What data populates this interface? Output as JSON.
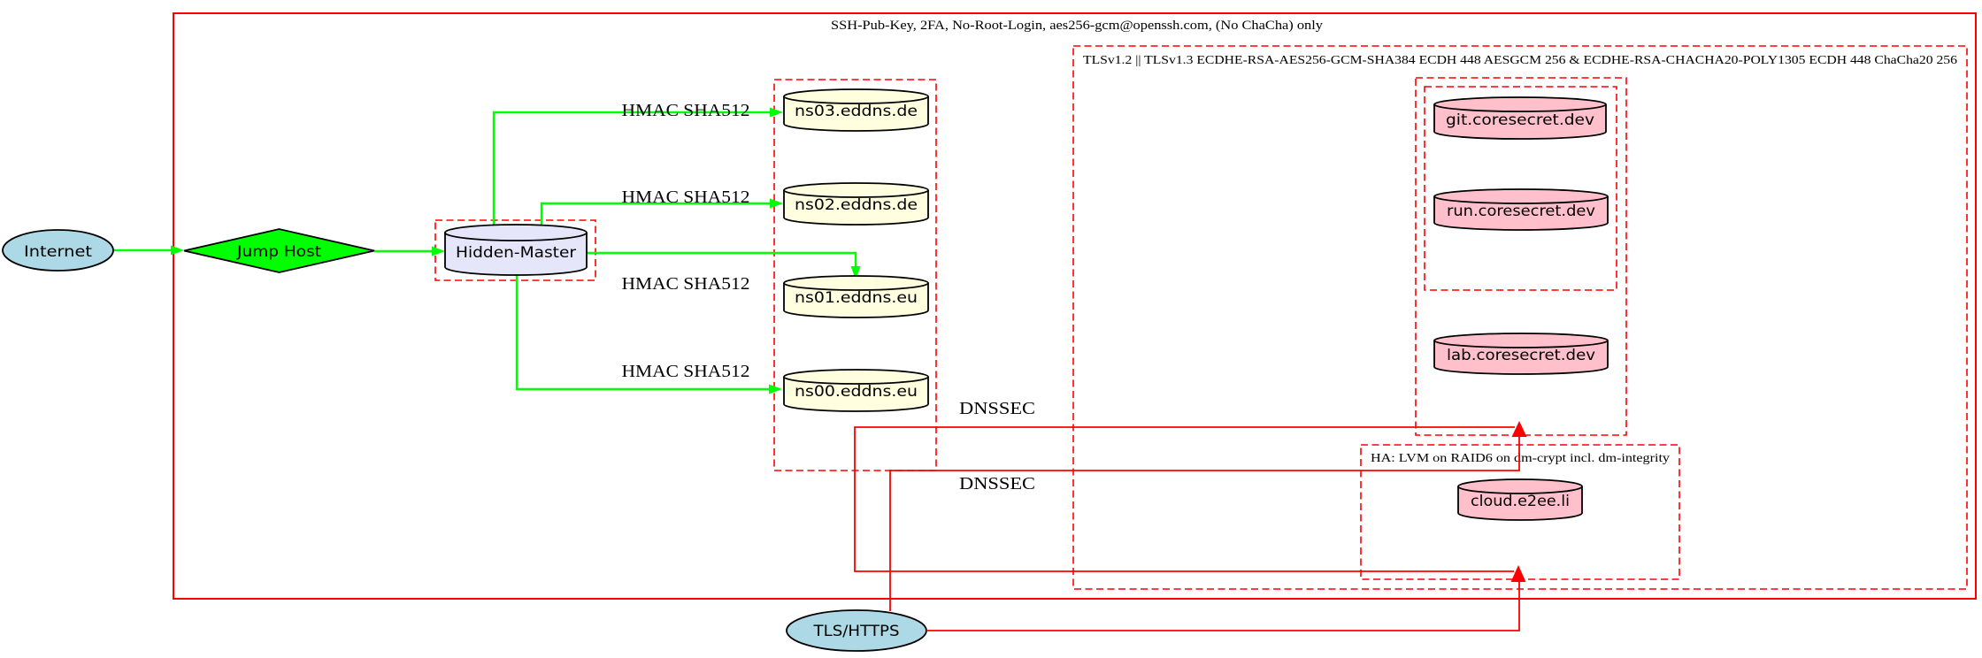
{
  "diagram": {
    "colors": {
      "background": "#ffffff",
      "cluster_border_red": "#ff0000",
      "secure_edge_green": "#00ff00",
      "tls_edge_red": "#ff0000",
      "node_blue": "#add8e6",
      "node_green": "#00ff00",
      "node_lavender": "#e6e6fa",
      "node_yellow": "#ffffe0",
      "node_pink": "#ffc0cb",
      "text": "#000000"
    },
    "clusters": {
      "ssh": {
        "label": "SSH-Pub-Key, 2FA, No-Root-Login, aes256-gcm@openssh.com, (No ChaCha) only",
        "style": "solid"
      },
      "tls": {
        "label": "TLSv1.2 || TLSv1.3 ECDHE-RSA-AES256-GCM-SHA384 ECDH 448 AESGCM 256 & ECDHE-RSA-CHACHA20-POLY1305 ECDH 448 ChaCha20 256",
        "style": "dashed"
      },
      "hidden_master_box": {
        "label": "",
        "style": "dashed"
      },
      "eddns_box": {
        "label": "",
        "style": "dashed"
      },
      "coresecret_outer_box": {
        "label": "",
        "style": "dashed"
      },
      "coresecret_inner_box": {
        "label": "",
        "style": "dashed"
      },
      "ha": {
        "label": "HA: LVM on RAID6 on dm-crypt incl. dm-integrity",
        "style": "dashed"
      }
    },
    "nodes": {
      "internet": {
        "label": "Internet",
        "shape": "ellipse",
        "fill": "#add8e6"
      },
      "jump_host": {
        "label": "Jump Host",
        "shape": "diamond",
        "fill": "#00ff00"
      },
      "hidden_master": {
        "label": "Hidden-Master",
        "shape": "cylinder",
        "fill": "#e6e6fa"
      },
      "ns03": {
        "label": "ns03.eddns.de",
        "shape": "cylinder",
        "fill": "#ffffe0"
      },
      "ns02": {
        "label": "ns02.eddns.de",
        "shape": "cylinder",
        "fill": "#ffffe0"
      },
      "ns01": {
        "label": "ns01.eddns.eu",
        "shape": "cylinder",
        "fill": "#ffffe0"
      },
      "ns00": {
        "label": "ns00.eddns.eu",
        "shape": "cylinder",
        "fill": "#ffffe0"
      },
      "git": {
        "label": "git.coresecret.dev",
        "shape": "cylinder",
        "fill": "#ffc0cb"
      },
      "run": {
        "label": "run.coresecret.dev",
        "shape": "cylinder",
        "fill": "#ffc0cb"
      },
      "lab": {
        "label": "lab.coresecret.dev",
        "shape": "cylinder",
        "fill": "#ffc0cb"
      },
      "cloud": {
        "label": "cloud.e2ee.li",
        "shape": "cylinder",
        "fill": "#ffc0cb"
      },
      "tls_https": {
        "label": "TLS/HTTPS",
        "shape": "ellipse",
        "fill": "#add8e6"
      }
    },
    "edges": {
      "hmac_label": "HMAC SHA512",
      "dnssec_label": "DNSSEC"
    }
  }
}
